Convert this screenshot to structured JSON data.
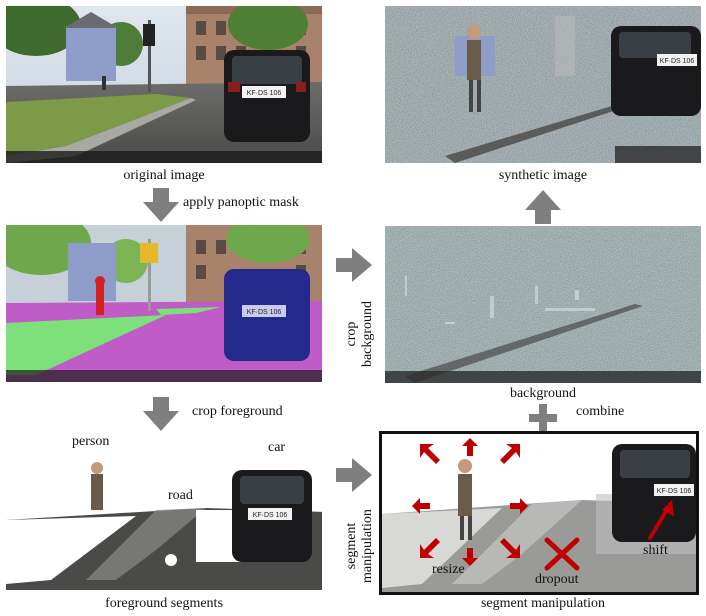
{
  "panels": {
    "original_image": {
      "caption": "original image"
    },
    "masked_image": {},
    "synthetic_image": {
      "caption": "synthetic image"
    },
    "background": {
      "caption": "background"
    },
    "foreground_segments": {
      "caption": "foreground segments",
      "labels": {
        "person": "person",
        "road": "road",
        "car": "car"
      }
    },
    "segment_manipulation": {
      "caption": "segment manipulation",
      "labels": {
        "resize": "resize",
        "dropout": "dropout",
        "shift": "shift"
      }
    }
  },
  "steps": {
    "apply_panoptic_mask": "apply panoptic mask",
    "crop_foreground": "crop foreground",
    "crop_background": "crop background",
    "segment_manipulation": "segment manipulation",
    "combine": "combine"
  },
  "plates": {
    "car_plate": "KF·DS 106"
  },
  "colors": {
    "arrow_gray": "#7f7f7f",
    "manipulation_red": "#c00000",
    "mask_road": "#c05cc8",
    "mask_sidewalk": "#7ee07a",
    "mask_vegetation": "#6fa84c",
    "mask_car": "#232a8c",
    "mask_person": "#d42020"
  },
  "icons": [
    "down-arrow",
    "right-arrow",
    "up-arrow",
    "plus-icon",
    "resize-arrow-icon",
    "dropout-x-icon",
    "shift-arrow-icon"
  ]
}
